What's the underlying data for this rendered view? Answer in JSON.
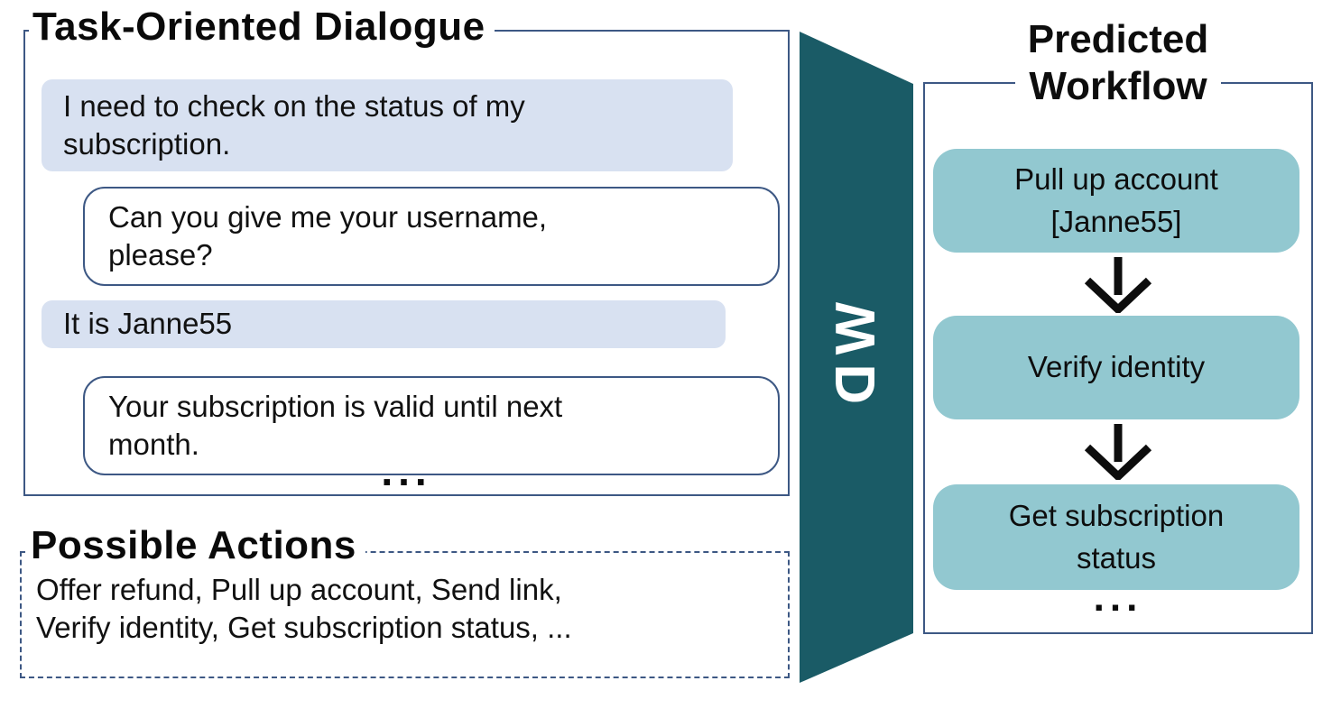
{
  "dialogue_panel": {
    "title": "Task-Oriented Dialogue",
    "messages": [
      {
        "speaker": "customer",
        "text": "I need to check on the status of my\nsubscription."
      },
      {
        "speaker": "agent",
        "text": "Can you give me your username,\nplease?"
      },
      {
        "speaker": "customer",
        "text": "It is Janne55"
      },
      {
        "speaker": "agent",
        "text": "Your subscription is valid until next\nmonth."
      }
    ],
    "ellipsis": "..."
  },
  "actions_panel": {
    "title": "Possible Actions",
    "actions_text": "Offer refund, Pull up account, Send link,\nVerify identity, Get subscription status, ..."
  },
  "wd_arrow": {
    "label": "WD"
  },
  "workflow_panel": {
    "title": "Predicted\nWorkflow",
    "steps": [
      {
        "label": "Pull up account\n[Janne55]"
      },
      {
        "label": "Verify identity"
      },
      {
        "label": "Get subscription\nstatus"
      }
    ],
    "ellipsis": "..."
  },
  "colors": {
    "wd_shape_dark_teal": "#1A5B66",
    "workflow_step_teal": "#92C8D0",
    "customer_bubble_fill": "#D8E1F1",
    "outline_blue": "#3D5884"
  }
}
